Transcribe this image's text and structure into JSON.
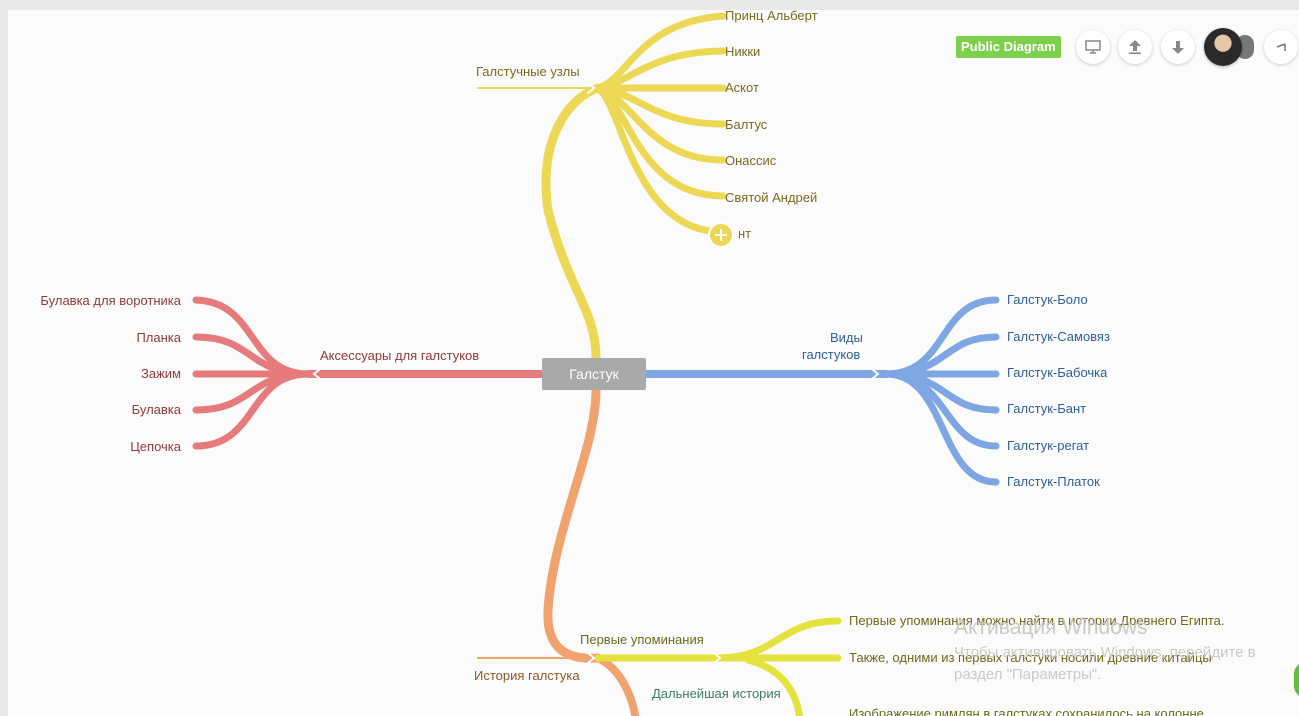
{
  "diagram": {
    "center": "Галстук",
    "badge": "Public Diagram",
    "branches": {
      "knots": {
        "title": "Галстучные узлы",
        "items": [
          "Принц Альберт",
          "Никки",
          "Аскот",
          "Балтус",
          "Онассис",
          "Святой Андрей",
          "нт"
        ]
      },
      "accessories": {
        "title": "Аксессуары для галстуков",
        "items": [
          "Булавка для воротника",
          "Планка",
          "Зажим",
          "Булавка",
          "Цепочка"
        ]
      },
      "types": {
        "title_line1": "Виды",
        "title_line2": "галстуков",
        "items": [
          "Галстук-Боло",
          "Галстук-Самовяз",
          "Галстук-Бабочка",
          "Галстук-Бант",
          "Галстук-регат",
          "Галстук-Платок"
        ]
      },
      "history": {
        "title": "История галстука",
        "sub1": {
          "title": "Первые упоминания",
          "items": [
            "Первые упоминания можно найти в истории Древнего Египта.",
            "Также, одними из первых галстуки носили древние китайцы"
          ]
        },
        "sub2": {
          "title": "Дальнейшая история",
          "items": [
            "Изображение римлян в галстуках сохранилось на колонне"
          ]
        }
      }
    },
    "colors": {
      "yellow": "#ecd855",
      "red": "#e77b7b",
      "blue": "#7ea6e3",
      "orange": "#f0a36f",
      "lime": "#e4e23c"
    }
  },
  "toolbar": {
    "icons": [
      "presentation-icon",
      "upload-icon",
      "download-icon",
      "avatar",
      "collapse-icon"
    ]
  },
  "watermark": {
    "line1": "Активация Windows",
    "line2": "Чтобы активировать Windows, перейдите в",
    "line3": "раздел \"Параметры\"."
  }
}
